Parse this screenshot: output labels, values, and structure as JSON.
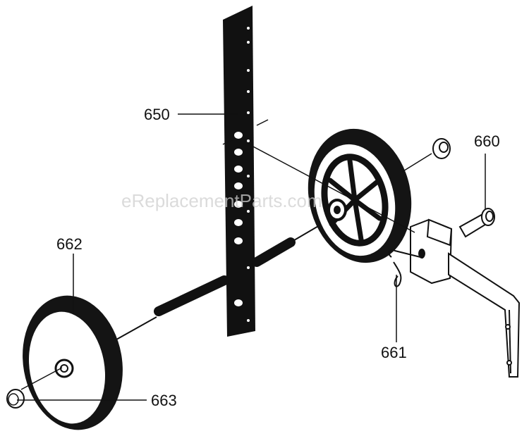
{
  "watermark": {
    "text": "eReplacementParts.com"
  },
  "callouts": {
    "c650": "650",
    "c660": "660",
    "c661": "661",
    "c662": "662",
    "c663": "663"
  },
  "colors": {
    "ink": "#111111",
    "tire": "#141414",
    "watermark": "#cfcfcf"
  }
}
